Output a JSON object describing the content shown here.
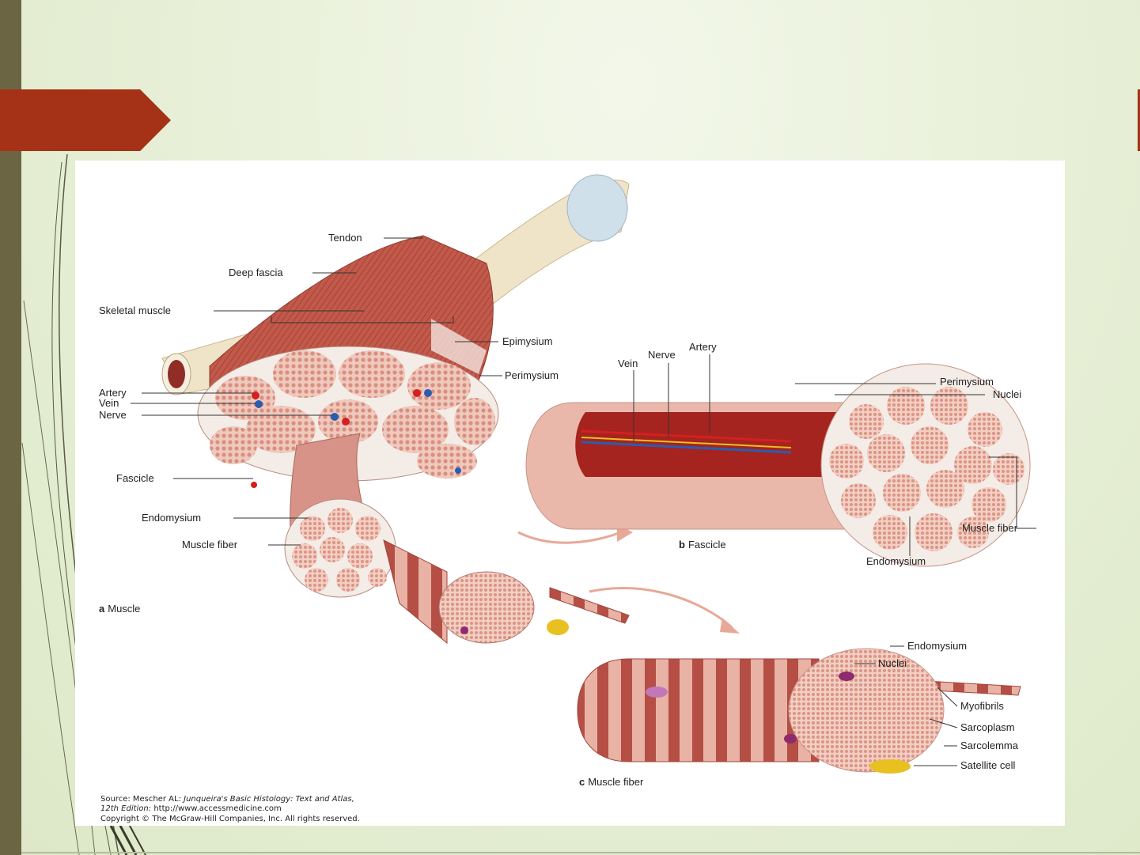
{
  "colors": {
    "side_bar": "#6b6544",
    "title_arrow": "#a53216",
    "background": "#e8f0d8",
    "muscle": "#c0584a",
    "muscle_dark": "#9b2a22",
    "fiber_pink": "#e9b5a8",
    "connective": "#f4ece6",
    "tendon": "#efe4c8",
    "artery": "#d42020",
    "vein": "#2a5db0",
    "nerve": "#e8c020"
  },
  "figure": {
    "labels_a": {
      "tendon": "Tendon",
      "deep_fascia": "Deep fascia",
      "skeletal_muscle": "Skeletal muscle",
      "epimysium": "Epimysium",
      "perimysium": "Perimysium",
      "artery": "Artery",
      "vein": "Vein",
      "nerve": "Nerve",
      "fascicle": "Fascicle",
      "endomysium": "Endomysium",
      "muscle_fiber": "Muscle fiber"
    },
    "caption_a": {
      "letter": "a",
      "text": "Muscle"
    },
    "labels_b": {
      "artery": "Artery",
      "nerve": "Nerve",
      "vein": "Vein",
      "perimysium": "Perimysium",
      "nuclei": "Nuclei",
      "muscle_fiber": "Muscle fiber",
      "endomysium": "Endomysium"
    },
    "caption_b": {
      "letter": "b",
      "text": "Fascicle"
    },
    "labels_c": {
      "endomysium": "Endomysium",
      "nuclei": "Nuclei",
      "myofibrils": "Myofibrils",
      "sarcoplasm": "Sarcoplasm",
      "sarcolemma": "Sarcolemma",
      "satellite_cell": "Satellite cell"
    },
    "caption_c": {
      "letter": "c",
      "text": "Muscle fiber"
    },
    "source": {
      "prefix": "Source: Mescher AL: ",
      "book_title": "Junqueira's Basic Histology: Text and Atlas,",
      "edition": "12th Edition:",
      "url": " http://www.accessmedicine.com",
      "copyright": "Copyright © The McGraw-Hill Companies, Inc. All rights reserved."
    }
  }
}
